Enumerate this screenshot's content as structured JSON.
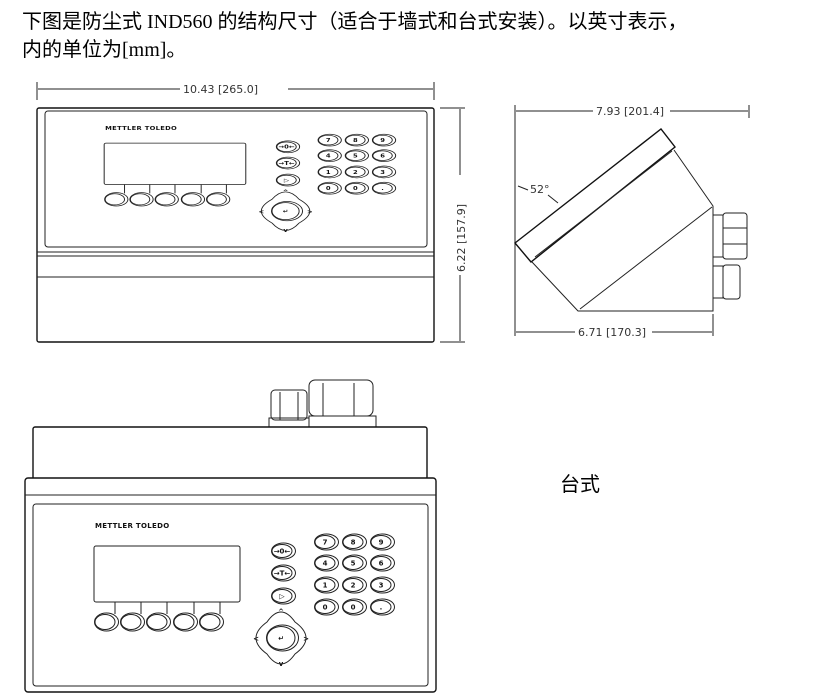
{
  "paragraph": {
    "line1": "下图是防尘式 IND560 的结构尺寸（适合于墙式和台式安装）。以英寸表示，",
    "line2": "内的单位为[mm]。"
  },
  "front_view": {
    "width_label": "10.43 [265.0]",
    "height_label": "6.22 [157.9]"
  },
  "side_view": {
    "top_width_label": "7.93 [201.4]",
    "bottom_width_label": "6.71 [170.3]",
    "angle_label": "52°"
  },
  "desktop_caption": "台式",
  "panel": {
    "logo": "METTLER TOLEDO",
    "function_keys": [
      "→0←",
      "→T←",
      "▷"
    ],
    "keypad": [
      "7",
      "8",
      "9",
      "4",
      "5",
      "6",
      "1",
      "2",
      "3",
      "0",
      "0",
      "."
    ],
    "nav_keys": {
      "up": "^",
      "down": "v",
      "left": "<",
      "right": ">",
      "enter": "↵"
    }
  }
}
